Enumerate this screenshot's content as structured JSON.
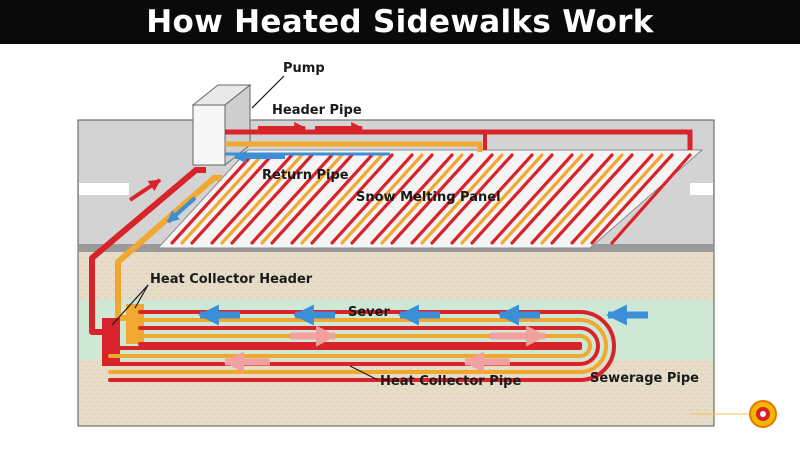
{
  "title": "How Heated Sidewalks Work",
  "labels": {
    "pump": "Pump",
    "header_pipe": "Header Pipe",
    "return_pipe": "Return Pipe",
    "snow_melting_panel": "Snow Melting Panel",
    "heat_collector_header": "Heat Collector Header",
    "sever": "Sever",
    "heat_collector_pipe": "Heat Collector Pipe",
    "sewerage_pipe": "Sewerage Pipe"
  },
  "colors": {
    "hot_pipe": "#d8232a",
    "return_pipe": "#f0a830",
    "sewer_water": "#cfe8d6",
    "soil": "#e7decb",
    "flow_arrow_blue": "#3a8fd6",
    "flow_arrow_pink": "#f2a0a0"
  }
}
